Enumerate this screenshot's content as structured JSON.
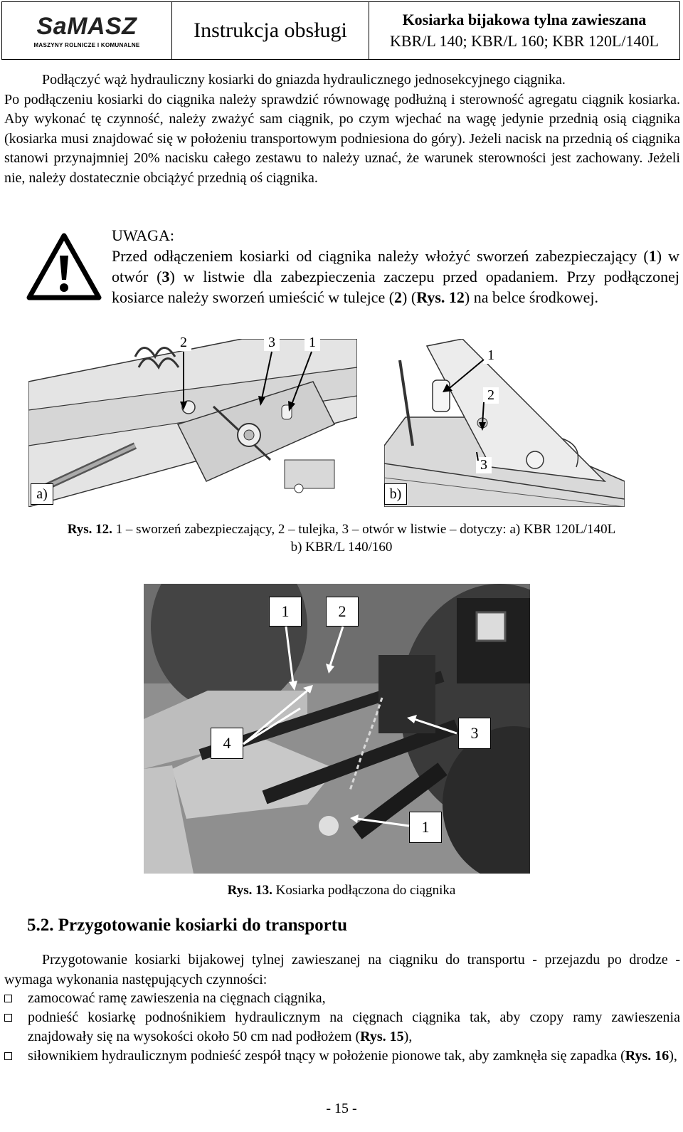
{
  "header": {
    "brand": "SaMASZ",
    "brand_tagline": "MASZYNY ROLNICZE I KOMUNALNE",
    "title": "Instrukcja obsługi",
    "model_line1": "Kosiarka bijakowa tylna zawieszana",
    "model_line2": "KBR/L 140; KBR/L 160; KBR 120L/140L"
  },
  "intro": {
    "line1": "Podłączyć wąż hydrauliczny kosiarki do gniazda hydraulicznego jednosekcyjnego ciągnika.",
    "rest": "Po podłączeniu kosiarki do ciągnika należy sprawdzić równowagę podłużną i sterowność agregatu ciągnik kosiarka. Aby wykonać tę czynność, należy zważyć sam ciągnik, po czym wjechać na wagę jedynie przednią osią ciągnika (kosiarka musi znajdować się w położeniu transportowym podniesiona do góry). Jeżeli nacisk na przednią oś ciągnika stanowi przynajmniej 20% nacisku całego zestawu to należy uznać, że warunek sterowności jest zachowany. Jeżeli nie, należy dostatecznie obciążyć przednią oś ciągnika."
  },
  "warning": {
    "title": "UWAGA:",
    "t1": "Przed odłączeniem kosiarki od ciągnika należy włożyć sworzeń zabezpieczający (",
    "n1": "1",
    "t2": ") w otwór (",
    "n3": "3",
    "t3": ") w listwie dla zabezpieczenia zaczepu przed opadaniem. Przy podłączonej kosiarce należy sworzeń umieścić w tulejce (",
    "n2": "2",
    "t4": ") (",
    "ref": "Rys. 12",
    "t5": ") na belce środkowej."
  },
  "figure12": {
    "panel_a": {
      "tag": "a)",
      "labels": [
        "2",
        "3",
        "1"
      ]
    },
    "panel_b": {
      "tag": "b)",
      "labels": [
        "1",
        "2",
        "3"
      ]
    },
    "caption_ref": "Rys. 12.",
    "caption_line1": " 1 – sworzeń zabezpieczający, 2 – tulejka, 3 – otwór w listwie – dotyczy: a) KBR 120L/140L",
    "caption_line2": "b) KBR/L 140/160"
  },
  "figure13": {
    "labels": [
      "1",
      "2",
      "4",
      "3",
      "1"
    ],
    "caption_ref": "Rys. 13.",
    "caption_text": " Kosiarka podłączona do ciągnika"
  },
  "section": {
    "heading": "5.2. Przygotowanie kosiarki do transportu",
    "intro": "Przygotowanie kosiarki bijakowej tylnej zawieszanej na ciągniku do transportu - przejazdu po drodze - wymaga wykonania następujących czynności:",
    "bullets": [
      {
        "text": "zamocować ramę zawieszenia na cięgnach ciągnika,"
      },
      {
        "text": "podnieść kosiarkę podnośnikiem hydraulicznym na cięgnach ciągnika tak, aby czopy ramy zawieszenia znajdowały się na wysokości około 50 cm nad podłożem (",
        "ref": "Rys. 15",
        "end": "),"
      },
      {
        "text": "siłownikiem hydraulicznym podnieść zespół tnący w położenie pionowe tak, aby zamknęła się zapadka (",
        "ref": "Rys. 16",
        "end": "),"
      }
    ]
  },
  "footer": {
    "page": "- 15 -"
  }
}
